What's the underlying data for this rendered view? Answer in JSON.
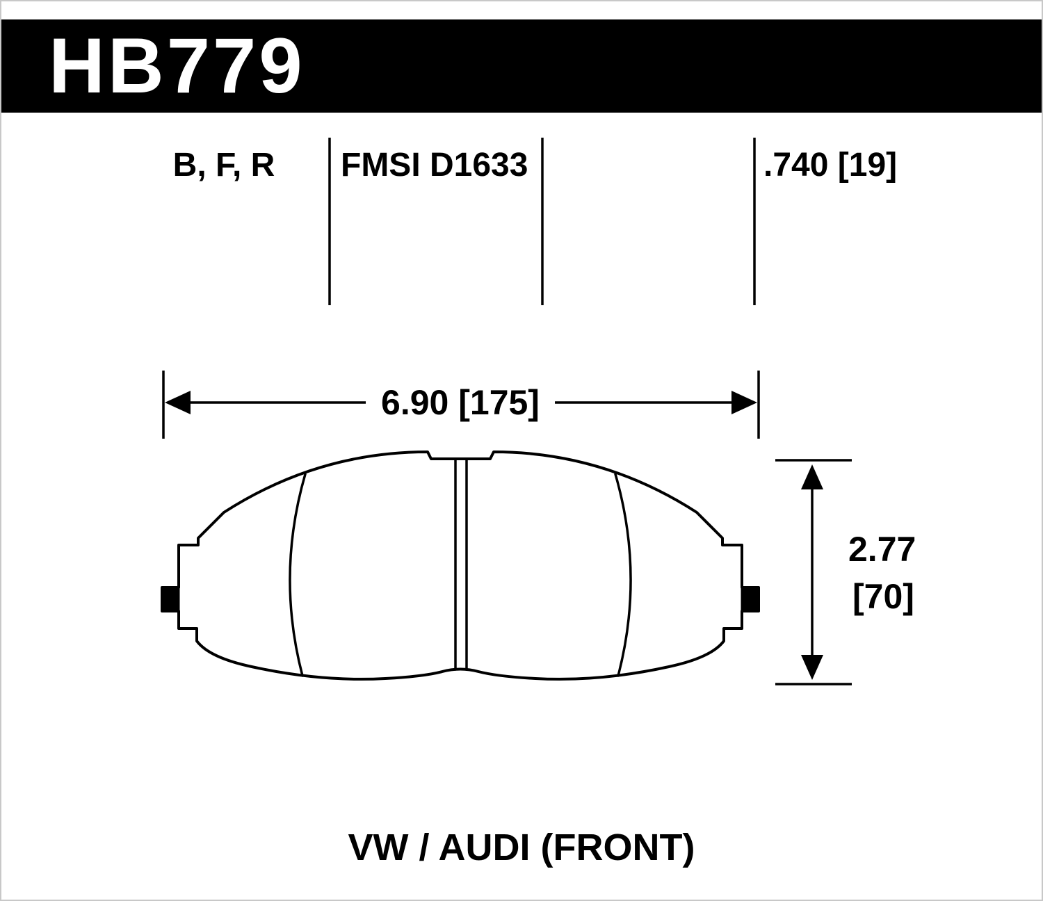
{
  "header": {
    "part_number": "HB779"
  },
  "spec_row": {
    "compounds": "B, F, R",
    "fmsi": "FMSI D1633",
    "thickness": ".740 [19]"
  },
  "dimensions": {
    "width_label": "6.90 [175]",
    "height_label_line1": "2.77",
    "height_label_line2": "[70]"
  },
  "footer": {
    "application": "VW / AUDI (FRONT)"
  },
  "colors": {
    "header_bar": "#000000",
    "background": "#ffffff",
    "line_color": "#000000",
    "page_border": "#c8c8c8"
  },
  "diagram": {
    "subject": "brake-pad-outline-top-view",
    "width_arrow": "horizontal double arrow",
    "height_arrow": "vertical double arrow"
  }
}
